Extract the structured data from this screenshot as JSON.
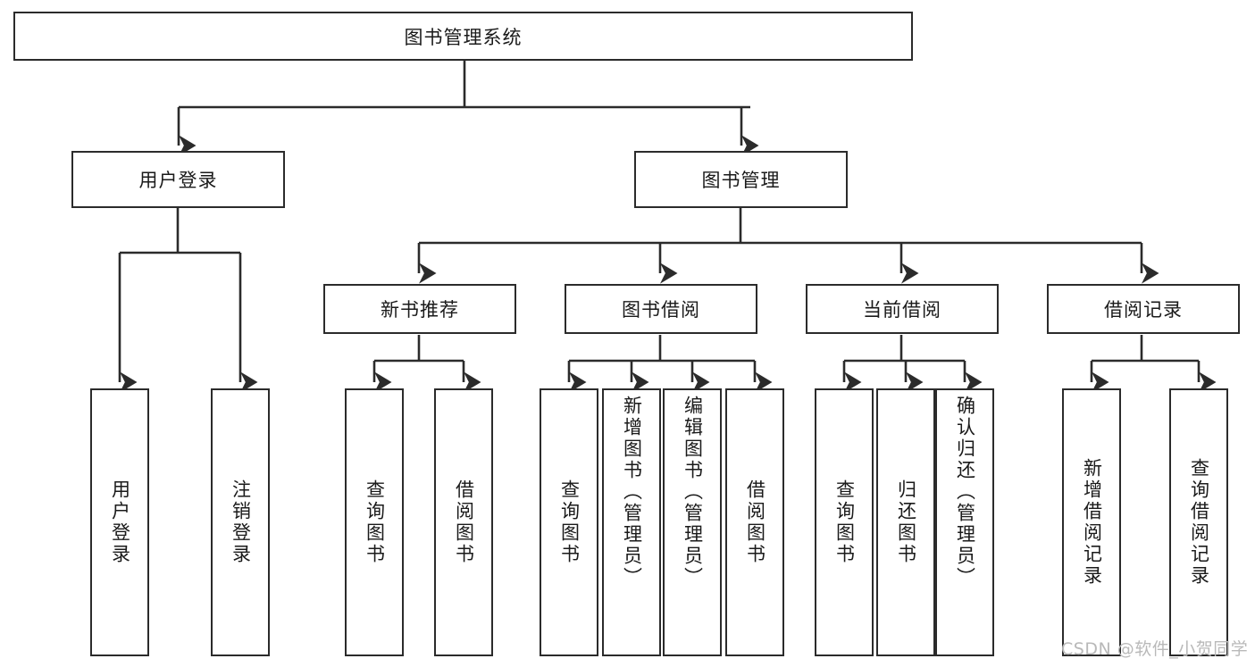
{
  "diagram": {
    "title": "图书管理系统",
    "watermark": "CSDN @软件_小贺同学",
    "line_color": "#2b2b2b",
    "box_border_color": "#2b2b2b",
    "box_fill_color": "#ffffff",
    "text_color": "#1a1a1a",
    "root": {
      "label": "图书管理系统"
    },
    "level1": [
      {
        "label": "用户登录"
      },
      {
        "label": "图书管理"
      }
    ],
    "level2": [
      {
        "label": "新书推荐"
      },
      {
        "label": "图书借阅"
      },
      {
        "label": "当前借阅"
      },
      {
        "label": "借阅记录"
      }
    ],
    "leaves": {
      "user_login": [
        {
          "label": "用户登录"
        },
        {
          "label": "注销登录"
        }
      ],
      "new_book_recommend": [
        {
          "label": "查询图书"
        },
        {
          "label": "借阅图书"
        }
      ],
      "book_borrow": [
        {
          "label": "查询图书"
        },
        {
          "label": "新增图书（管理员）"
        },
        {
          "label": "编辑图书（管理员）"
        },
        {
          "label": "借阅图书"
        }
      ],
      "current_borrow": [
        {
          "label": "查询图书"
        },
        {
          "label": "归还图书"
        },
        {
          "label": "确认归还（管理员）"
        }
      ],
      "borrow_record": [
        {
          "label": "新增借阅记录"
        },
        {
          "label": "查询借阅记录"
        }
      ]
    }
  }
}
